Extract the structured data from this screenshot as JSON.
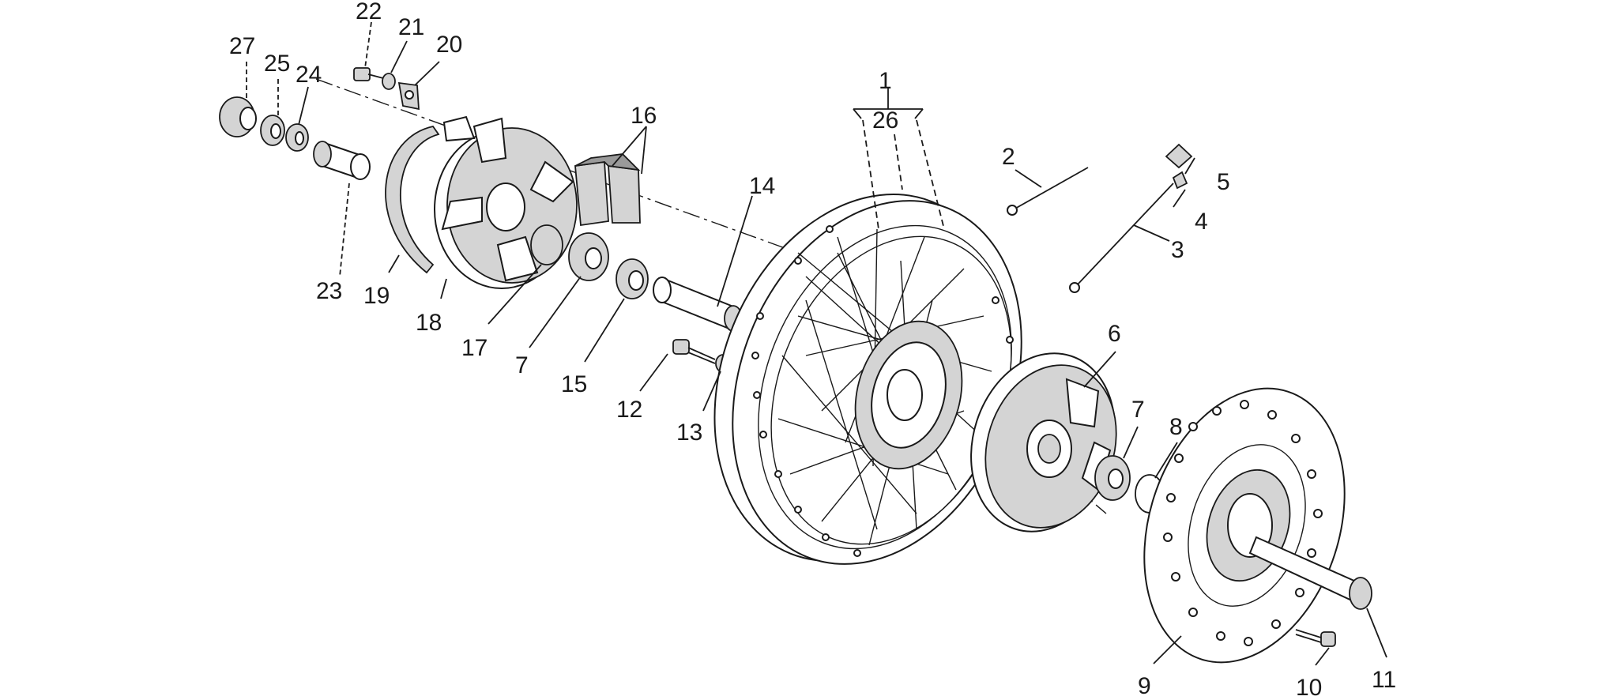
{
  "diagram": {
    "labels": [
      {
        "id": "1",
        "text": "1"
      },
      {
        "id": "2",
        "text": "2"
      },
      {
        "id": "3",
        "text": "3"
      },
      {
        "id": "4",
        "text": "4"
      },
      {
        "id": "5",
        "text": "5"
      },
      {
        "id": "6",
        "text": "6"
      },
      {
        "id": "7a",
        "text": "7"
      },
      {
        "id": "7b",
        "text": "7"
      },
      {
        "id": "8",
        "text": "8"
      },
      {
        "id": "9",
        "text": "9"
      },
      {
        "id": "10",
        "text": "10"
      },
      {
        "id": "11",
        "text": "11"
      },
      {
        "id": "12",
        "text": "12"
      },
      {
        "id": "13",
        "text": "13"
      },
      {
        "id": "14",
        "text": "14"
      },
      {
        "id": "15",
        "text": "15"
      },
      {
        "id": "16",
        "text": "16"
      },
      {
        "id": "17",
        "text": "17"
      },
      {
        "id": "18",
        "text": "18"
      },
      {
        "id": "19",
        "text": "19"
      },
      {
        "id": "20",
        "text": "20"
      },
      {
        "id": "21",
        "text": "21"
      },
      {
        "id": "22",
        "text": "22"
      },
      {
        "id": "23",
        "text": "23"
      },
      {
        "id": "24",
        "text": "24"
      },
      {
        "id": "25",
        "text": "25"
      },
      {
        "id": "26",
        "text": "26"
      },
      {
        "id": "27",
        "text": "27"
      }
    ]
  }
}
